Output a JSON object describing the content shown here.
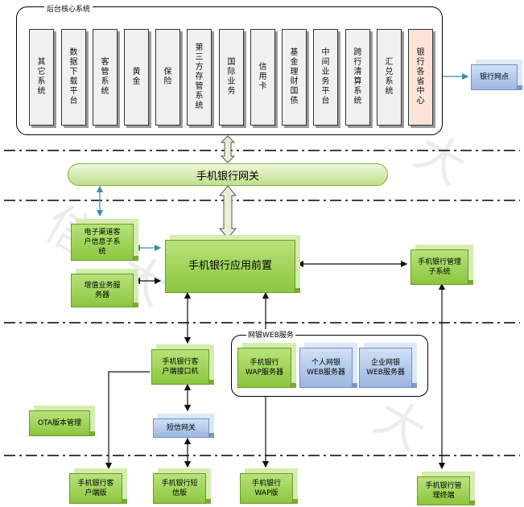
{
  "core": {
    "title": "后台核心系统",
    "systems": [
      "其它系统",
      "数据下载平台",
      "客管系统",
      "黄金",
      "保险",
      "第三方存管系统",
      "国际业务",
      "信用卡",
      "基金理财国债",
      "中间业务平台",
      "跨行清算系统",
      "汇兑系统",
      "银行各省中心"
    ]
  },
  "bank_branch": "银行网点",
  "gateway": "手机银行网关",
  "e_channel": "电子渠道客户信息子系统",
  "value_added": "增值业务服务器",
  "front": "手机银行应用前置",
  "mgmt_subsystem": "手机银行管理子系统",
  "access": "手机银行客户端接口机",
  "web_group": {
    "title": "网银WEB服务",
    "wap": "手机银行WAP服务器",
    "personal": "个人网银WEB服务器",
    "enterprise": "企业网银WEB服务器"
  },
  "sms_gateway": "短信网关",
  "ota": "OTA版本管理",
  "bottom": {
    "client": "手机银行客户端版",
    "sms": "手机银行短信版",
    "wap": "手机银行WAP版",
    "terminal": "手机银行管理终端"
  },
  "colors": {
    "green": "#8cc63e",
    "blue": "#9bb6e2",
    "teal_arrow": "#3a8fb0",
    "highlight": "#fbe4d6"
  }
}
